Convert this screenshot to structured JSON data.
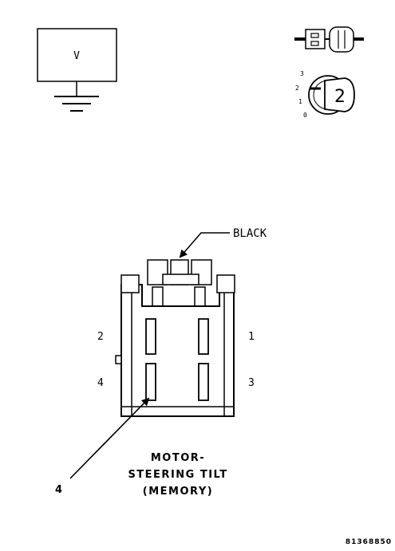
{
  "meter": {
    "label": "V"
  },
  "ignition": {
    "positions": [
      "3",
      "2",
      "1",
      "0"
    ],
    "selected": "2"
  },
  "connector": {
    "wire_color": "BLACK",
    "pins": {
      "p1": "1",
      "p2": "2",
      "p3": "3",
      "p4": "4"
    },
    "callout": "4",
    "title_lines": [
      "MOTOR-",
      "STEERING TILT",
      "(MEMORY)"
    ]
  },
  "figure_id": "81368850"
}
